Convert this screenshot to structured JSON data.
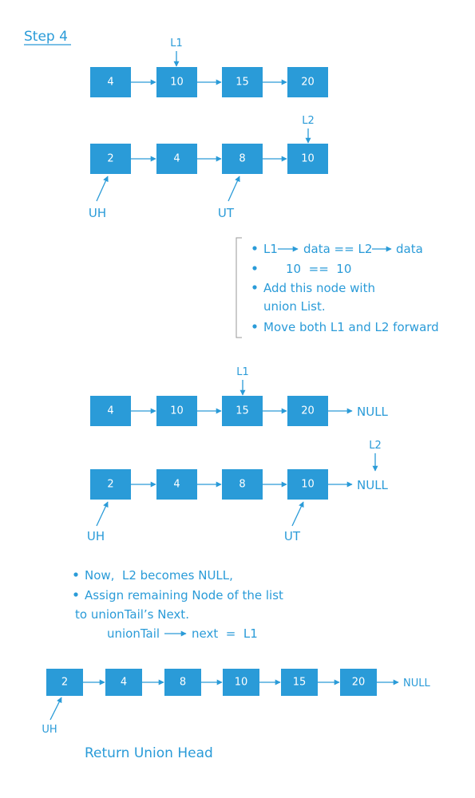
{
  "title": "Step 4",
  "row1": {
    "nodes": [
      "4",
      "10",
      "15",
      "20"
    ]
  },
  "row2": {
    "nodes": [
      "2",
      "4",
      "8",
      "10"
    ]
  },
  "pointer_l1": "L1",
  "pointer_l2": "L2",
  "uh": "UH",
  "ut": "UT",
  "condition_notes": {
    "line1_a": "L1",
    "line1_b": "data == L2",
    "line1_c": "data",
    "line2": "10  ==  10",
    "line3": "Add this node with",
    "line4": "union List.",
    "line5": "Move both L1 and L2 forward"
  },
  "row3": {
    "nodes": [
      "4",
      "10",
      "15",
      "20"
    ],
    "null_label": "NULL"
  },
  "row4": {
    "nodes": [
      "2",
      "4",
      "8",
      "10"
    ],
    "null_label": "NULL"
  },
  "final_notes": {
    "line1": "Now,  L2 becomes NULL,",
    "line2": "Assign remaining Node of the list",
    "line3": "to unionTail’s Next.",
    "line4_a": "unionTail",
    "line4_b": "next  =  L1"
  },
  "final_list": {
    "nodes": [
      "2",
      "4",
      "8",
      "10",
      "15",
      "20"
    ],
    "null_label": "NULL"
  },
  "footer": "Return Union Head"
}
